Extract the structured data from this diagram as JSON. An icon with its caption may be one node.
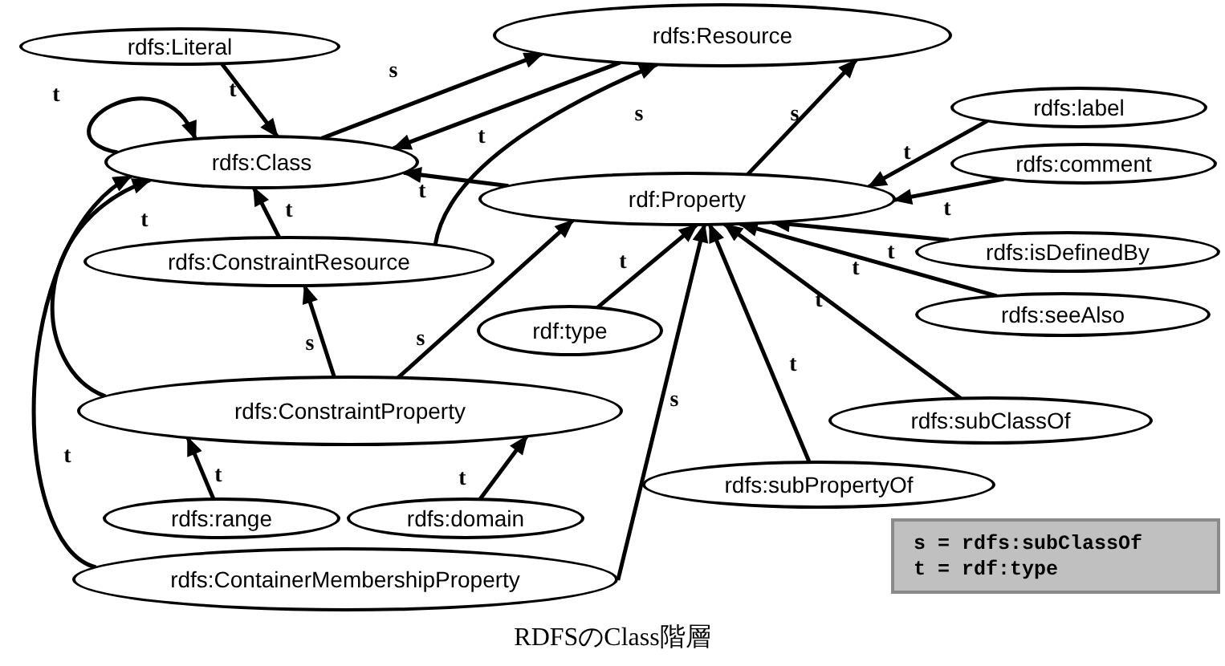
{
  "diagram": {
    "caption": "RDFSのClass階層",
    "nodes": [
      {
        "text": [
          "rdfs:Literal"
        ]
      },
      {
        "text": [
          "rdfs:Resource"
        ]
      },
      {
        "text": [
          "rdfs:Class"
        ]
      },
      {
        "text": [
          "rdfs:label"
        ]
      },
      {
        "text": [
          "rdfs:comment"
        ]
      },
      {
        "text": [
          "rdf:Property"
        ]
      },
      {
        "text": [
          "rdfs:ConstraintResource"
        ]
      },
      {
        "text": [
          "rdfs:isDefinedBy"
        ]
      },
      {
        "text": [
          "rdf:type"
        ]
      },
      {
        "text": [
          "rdfs:seeAlso"
        ]
      },
      {
        "text": [
          "rdfs:ConstraintProperty"
        ]
      },
      {
        "text": [
          "rdfs:subClassOf"
        ]
      },
      {
        "text": [
          "rdfs:subPropertyOf"
        ]
      },
      {
        "text": [
          "rdfs:range"
        ]
      },
      {
        "text": [
          "rdfs:domain"
        ]
      },
      {
        "text": [
          "rdfs:ContainerMembershipProperty"
        ]
      }
    ],
    "edges": [
      {
        "from": 0,
        "to": 2,
        "arrow": "to",
        "label": "t"
      },
      {
        "from": 2,
        "to": 1,
        "arrow": "to",
        "label": "s"
      },
      {
        "from": 1,
        "to": 2,
        "arrow": "to",
        "label": "t"
      },
      {
        "from": 2,
        "to": 2,
        "arrow": "to",
        "label": "t"
      },
      {
        "from": 5,
        "to": 2,
        "arrow": "to",
        "label": "t"
      },
      {
        "from": 5,
        "to": 1,
        "arrow": "to",
        "label": "s"
      },
      {
        "from": 6,
        "to": 2,
        "arrow": "to",
        "label": "t"
      },
      {
        "from": 6,
        "to": 1,
        "arrow": "to",
        "label": "s"
      },
      {
        "from": 10,
        "to": 6,
        "arrow": "to",
        "label": "s"
      },
      {
        "from": 10,
        "to": 5,
        "arrow": "to",
        "label": "s"
      },
      {
        "from": 10,
        "to": 2,
        "arrow": "to",
        "label": "t"
      },
      {
        "from": 15,
        "to": 2,
        "arrow": "to",
        "label": "t"
      },
      {
        "from": 13,
        "to": 10,
        "arrow": "to",
        "label": "t"
      },
      {
        "from": 14,
        "to": 10,
        "arrow": "to",
        "label": "t"
      },
      {
        "from": 3,
        "to": 5,
        "arrow": "to",
        "label": "t"
      },
      {
        "from": 4,
        "to": 5,
        "arrow": "to",
        "label": "t"
      },
      {
        "from": 8,
        "to": 5,
        "arrow": "to",
        "label": "t"
      },
      {
        "from": 7,
        "to": 5,
        "arrow": "to",
        "label": "t"
      },
      {
        "from": 9,
        "to": 5,
        "arrow": "to",
        "label": "t"
      },
      {
        "from": 11,
        "to": 5,
        "arrow": "to",
        "label": "t"
      },
      {
        "from": 12,
        "to": 5,
        "arrow": "to",
        "label": "t"
      },
      {
        "from": 15,
        "to": 5,
        "arrow": "to",
        "label": "s"
      }
    ],
    "labels": [
      "s = rdfs:subClassOf",
      "t = rdf:type"
    ]
  }
}
